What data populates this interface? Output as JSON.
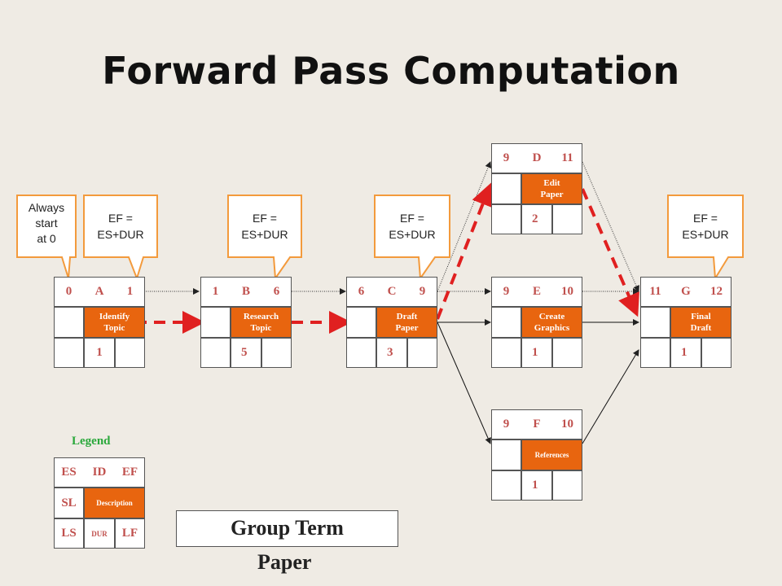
{
  "title": "Forward Pass Computation",
  "callouts": [
    {
      "id": "always",
      "text_lines": [
        "Always",
        "start",
        "at 0"
      ]
    },
    {
      "id": "ef1",
      "text_lines": [
        "EF =",
        "ES+DUR"
      ]
    },
    {
      "id": "ef2",
      "text_lines": [
        "EF =",
        "ES+DUR"
      ]
    },
    {
      "id": "ef3",
      "text_lines": [
        "EF =",
        "ES+DUR"
      ]
    },
    {
      "id": "ef4",
      "text_lines": [
        "EF =",
        "ES+DUR"
      ]
    }
  ],
  "nodes": [
    {
      "id": "A",
      "es": "0",
      "ef": "1",
      "desc_lines": [
        "Identify",
        "Topic"
      ],
      "dur": "1"
    },
    {
      "id": "B",
      "es": "1",
      "ef": "6",
      "desc_lines": [
        "Research",
        "Topic"
      ],
      "dur": "5"
    },
    {
      "id": "C",
      "es": "6",
      "ef": "9",
      "desc_lines": [
        "Draft",
        "Paper"
      ],
      "dur": "3"
    },
    {
      "id": "D",
      "es": "9",
      "ef": "11",
      "desc_lines": [
        "Edit",
        "Paper"
      ],
      "dur": "2"
    },
    {
      "id": "E",
      "es": "9",
      "ef": "10",
      "desc_lines": [
        "Create",
        "Graphics"
      ],
      "dur": "1"
    },
    {
      "id": "F",
      "es": "9",
      "ef": "10",
      "desc_lines": [
        "References"
      ],
      "dur": "1"
    },
    {
      "id": "G",
      "es": "11",
      "ef": "12",
      "desc_lines": [
        "Final",
        "Draft"
      ],
      "dur": "1"
    }
  ],
  "legend": {
    "title": "Legend",
    "es": "ES",
    "id": "ID",
    "ef": "EF",
    "sl": "SL",
    "description": "Description",
    "ls": "LS",
    "dur": "DUR",
    "lf": "LF"
  },
  "group_label_lines": [
    "Group Term",
    "Paper"
  ],
  "colors": {
    "accent_orange": "#e8650f",
    "callout_border": "#f39a3c",
    "critical_path": "#e02020",
    "node_text": "#c0504d",
    "legend_title": "#2aa83b"
  }
}
